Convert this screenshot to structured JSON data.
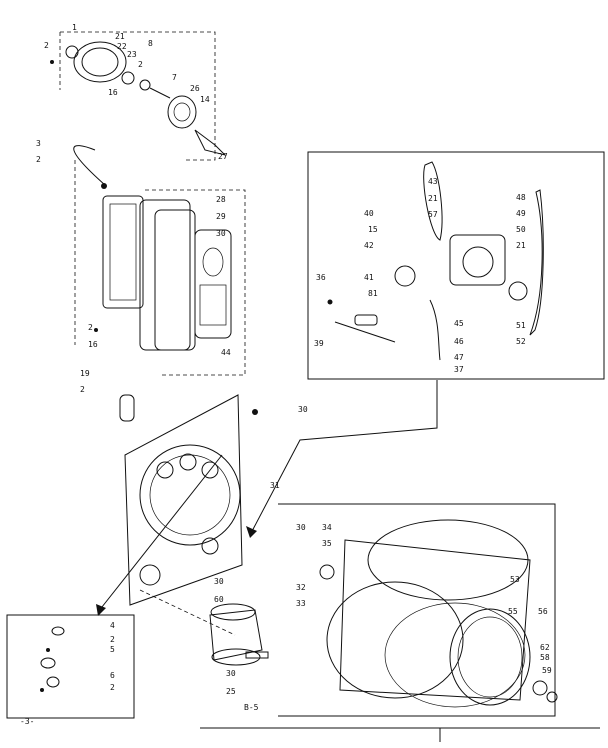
{
  "diagram": {
    "part_numbers": [
      "1",
      "21",
      "22",
      "2",
      "23",
      "8",
      "2",
      "16",
      "7",
      "26",
      "14",
      "27",
      "3",
      "2",
      "28",
      "29",
      "30",
      "2",
      "16",
      "44",
      "19",
      "2",
      "30",
      "43",
      "21",
      "57",
      "40",
      "15",
      "42",
      "36",
      "41",
      "81",
      "39",
      "48",
      "49",
      "50",
      "21",
      "51",
      "52",
      "46",
      "45",
      "47",
      "37",
      "31",
      "30",
      "34",
      "35",
      "32",
      "33",
      "53",
      "55",
      "56",
      "62",
      "58",
      "59",
      "30",
      "60",
      "30",
      "25",
      "4",
      "2",
      "5",
      "6",
      "2"
    ],
    "page_label": "B-5",
    "corner_label": "-3-"
  }
}
